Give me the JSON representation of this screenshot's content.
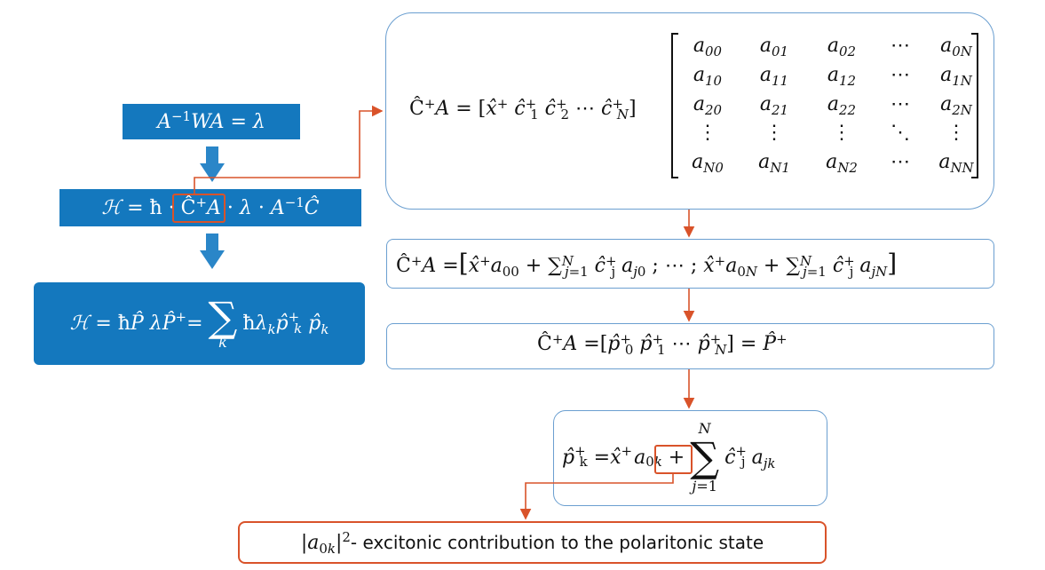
{
  "left_column": {
    "eq1": "A⁻¹WA = λ",
    "eq2": "ℋ = ħ · Ĉ⁺A · λ · A⁻¹Ĉ",
    "eq3": "ℋ = ħP̂ λP̂⁺= Σ_k ħλ_k p̂⁺_k p̂_k"
  },
  "top_box": {
    "lhs": "Ĉ⁺A = [x̂⁺ ĉ⁺₁ ĉ⁺₂ ⋯ ĉ⁺_N]",
    "matrix": [
      [
        "a00",
        "a01",
        "a02",
        "⋯",
        "a0N"
      ],
      [
        "a10",
        "a11",
        "a12",
        "⋯",
        "a1N"
      ],
      [
        "a20",
        "a21",
        "a22",
        "⋯",
        "a2N"
      ],
      [
        "⋮",
        "⋮",
        "⋮",
        "⋱",
        "⋮"
      ],
      [
        "aN0",
        "aN1",
        "aN2",
        "⋯",
        "aNN"
      ]
    ]
  },
  "box2": {
    "eq": "Ĉ⁺A =[x̂⁺a00 + Σ_{j=1}^N ĉⱼ⁺a_j0 ; ⋯ ; x̂⁺a0N + Σ_{j=1}^N ĉⱼ⁺a_jN]"
  },
  "box3": {
    "eq": "Ĉ⁺A =[p̂⁺₀ p̂⁺₁ ⋯ p̂⁺_N] = P̂⁺"
  },
  "box4": {
    "eq": "p̂⁺_k = x̂⁺a0k + Σ_{j=1}^N ĉⱼ⁺a_jk"
  },
  "caption": {
    "symbol": "|a0k|²",
    "text": " - excitonic contribution to the polaritonic state"
  },
  "colors": {
    "blue_fill": "#1478be",
    "box_border": "#6b9fd0",
    "connector": "#d9532a",
    "arrow": "#2a86c8"
  }
}
